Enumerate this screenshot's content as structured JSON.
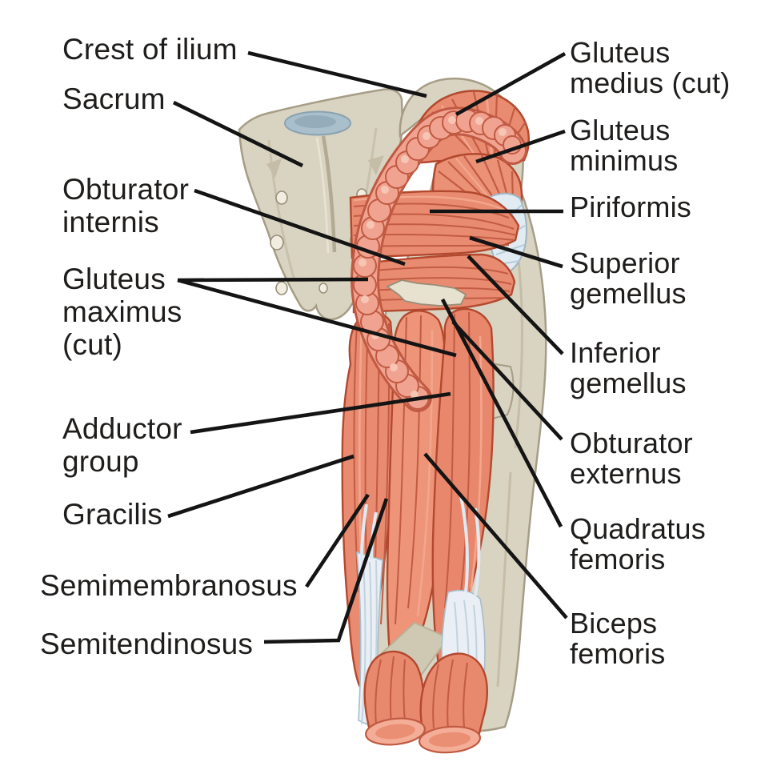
{
  "figure": {
    "type": "anatomical-diagram",
    "subject": "Posterior view of deep hip and thigh muscles",
    "background_color": "#ffffff",
    "leader_line_color": "#141414",
    "label_text_color": "#1f1d1b",
    "palette": {
      "muscle": "#e98b70",
      "muscle_outline": "#b2492f",
      "muscle_striation": "#c25c44",
      "muscle_highlight": "#f2a68d",
      "cut_muscle_edge": "#f1a391",
      "cut_muscle_edge_outline": "#c05a42",
      "cut_face": "#f4ae97",
      "bone": "#d9d3c1",
      "bone_outline": "#a69d87",
      "intervertebral_disc": "#a9bfcb",
      "tendon": "#e0ebf2",
      "tendon_outline": "#9fb5c4"
    },
    "labels": {
      "left": {
        "crest_of_ilium": "Crest of ilium",
        "sacrum": "Sacrum",
        "obturator_internis": "Obturator\ninternis",
        "gluteus_maximus_cut": "Gluteus\nmaximus\n(cut)",
        "adductor_group": "Adductor\ngroup",
        "gracilis": "Gracilis",
        "semimembranosus": "Semimembranosus",
        "semitendinosus": "Semitendinosus"
      },
      "right": {
        "gluteus_medius_cut": "Gluteus\nmedius (cut)",
        "gluteus_minimus": "Gluteus\nminimus",
        "piriformis": "Piriformis",
        "superior_gemellus": "Superior\ngemellus",
        "inferior_gemellus": "Inferior\ngemellus",
        "obturator_externus": "Obturator\nexternus",
        "quadratus_femoris": "Quadratus\nfemoris",
        "biceps_femoris": "Biceps\nfemoris"
      }
    }
  }
}
